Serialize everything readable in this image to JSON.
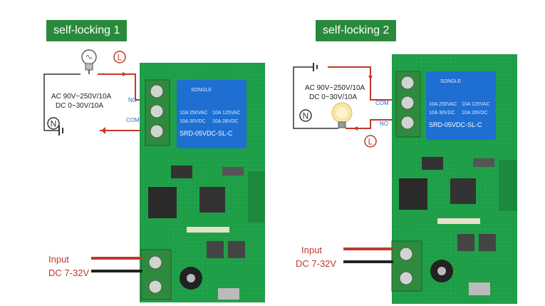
{
  "panels": [
    {
      "title": "self-locking 1",
      "spec_line1": "AC 90V~250V/10A",
      "spec_line2": "DC 0~30V/10A",
      "live_mark": "L",
      "neutral_mark": "N",
      "terminal_no": "NO",
      "terminal_com": "COM",
      "input_label": "Input",
      "input_voltage": "DC 7-32V",
      "relay_brand": "SONGLE",
      "relay_ratings_a": "10A 250VAC",
      "relay_ratings_b": "10A 30VDC",
      "relay_ratings_c": "10A 125VAC",
      "relay_ratings_d": "10A 28VDC",
      "relay_model": "SRD-05VDC-SL-C"
    },
    {
      "title": "self-locking 2",
      "spec_line1": "AC 90V~250V/10A",
      "spec_line2": "DC 0~30V/10A",
      "live_mark": "L",
      "neutral_mark": "N",
      "terminal_no": "NO",
      "terminal_com": "COM",
      "input_label": "Input",
      "input_voltage": "DC 7-32V",
      "relay_brand": "SONGLE",
      "relay_ratings_a": "10A 250VAC",
      "relay_ratings_b": "10A 30VDC",
      "relay_ratings_c": "10A 125VAC",
      "relay_ratings_d": "10A 28VDC",
      "relay_model": "SRD-05VDC-SL-C"
    }
  ],
  "colors": {
    "tag_bg": "#2a8a3c",
    "pcb_green": "#1f9e48",
    "relay_blue": "#1e6fd1",
    "terminal_green": "#2e8b3e",
    "wire_red": "#c0392b",
    "wire_black": "#222222",
    "label_red": "#c0392b"
  }
}
